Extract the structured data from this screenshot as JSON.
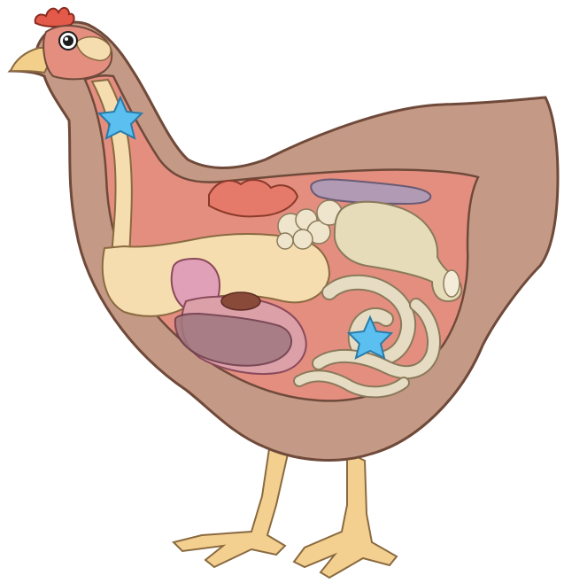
{
  "diagram": {
    "subject": "chicken-anatomy-cutaway",
    "markers": [
      {
        "id": "marker-throat",
        "shape": "star",
        "color": "#5bc0f0"
      },
      {
        "id": "marker-abdomen",
        "shape": "star",
        "color": "#5bc0f0"
      }
    ],
    "colors": {
      "outline": "#6f4a3a",
      "body": "#c49a86",
      "body_cavity": "#e48e80",
      "comb": "#e45a4a",
      "beak": "#f2cf8a",
      "eye": "#1c1c1c",
      "crop_esophagus": "#f5ddb0",
      "liver": "#dca0a8",
      "gizzard": "#a07880",
      "heart_lungs": "#e0a0b8",
      "intestines": "#e6dcc4",
      "ovary": "#efe5cc",
      "oviduct": "#e7dcb9",
      "kidney": "#b09ab4",
      "spleen": "#8a4a3a",
      "legs": "#f4d090"
    }
  }
}
